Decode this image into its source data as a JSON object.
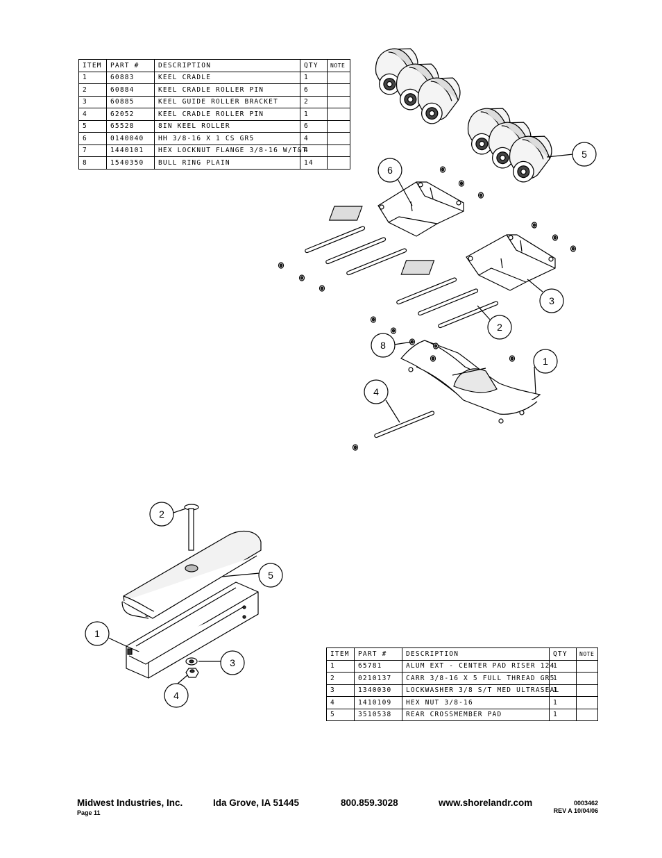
{
  "table_top": {
    "headers": [
      "ITEM",
      "PART #",
      "DESCRIPTION",
      "QTY",
      "NOTE"
    ],
    "rows": [
      [
        "1",
        "60883",
        "KEEL CRADLE",
        "1",
        ""
      ],
      [
        "2",
        "60884",
        "KEEL CRADLE ROLLER PIN",
        "6",
        ""
      ],
      [
        "3",
        "60885",
        "KEEL GUIDE ROLLER BRACKET",
        "2",
        ""
      ],
      [
        "4",
        "62052",
        "KEEL CRADLE ROLLER PIN",
        "1",
        ""
      ],
      [
        "5",
        "65528",
        "8IN KEEL ROLLER",
        "6",
        ""
      ],
      [
        "6",
        "0140040",
        "HH 3/8-16 X 1 CS GR5",
        "4",
        ""
      ],
      [
        "7",
        "1440101",
        "HEX LOCKNUT FLANGE 3/8-16 W/T&T",
        "4",
        ""
      ],
      [
        "8",
        "1540350",
        "BULL RING PLAIN",
        "14",
        ""
      ]
    ]
  },
  "table_bottom": {
    "headers": [
      "ITEM",
      "PART #",
      "DESCRIPTION",
      "QTY",
      "NOTE"
    ],
    "rows": [
      [
        "1",
        "65781",
        "ALUM EXT - CENTER PAD RISER 124",
        "1",
        ""
      ],
      [
        "2",
        "0210137",
        "CARR 3/8-16 X 5 FULL THREAD GR5",
        "1",
        ""
      ],
      [
        "3",
        "1340030",
        "LOCKWASHER 3/8 S/T MED ULTRASEAL",
        "1",
        ""
      ],
      [
        "4",
        "1410109",
        "HEX NUT 3/8-16",
        "1",
        ""
      ],
      [
        "5",
        "3510538",
        "REAR CROSSMEMBER PAD",
        "1",
        ""
      ]
    ]
  },
  "callouts_top": [
    "6",
    "5",
    "3",
    "2",
    "8",
    "1",
    "4"
  ],
  "callouts_bottom": [
    "2",
    "5",
    "1",
    "3",
    "4"
  ],
  "footer": {
    "company": "Midwest Industries, Inc.",
    "page": "Page 11",
    "city": "Ida Grove, IA  51445",
    "phone": "800.859.3028",
    "website": "www.shorelandr.com",
    "doc_number": "0003462",
    "revision": "REV A  10/04/06"
  }
}
